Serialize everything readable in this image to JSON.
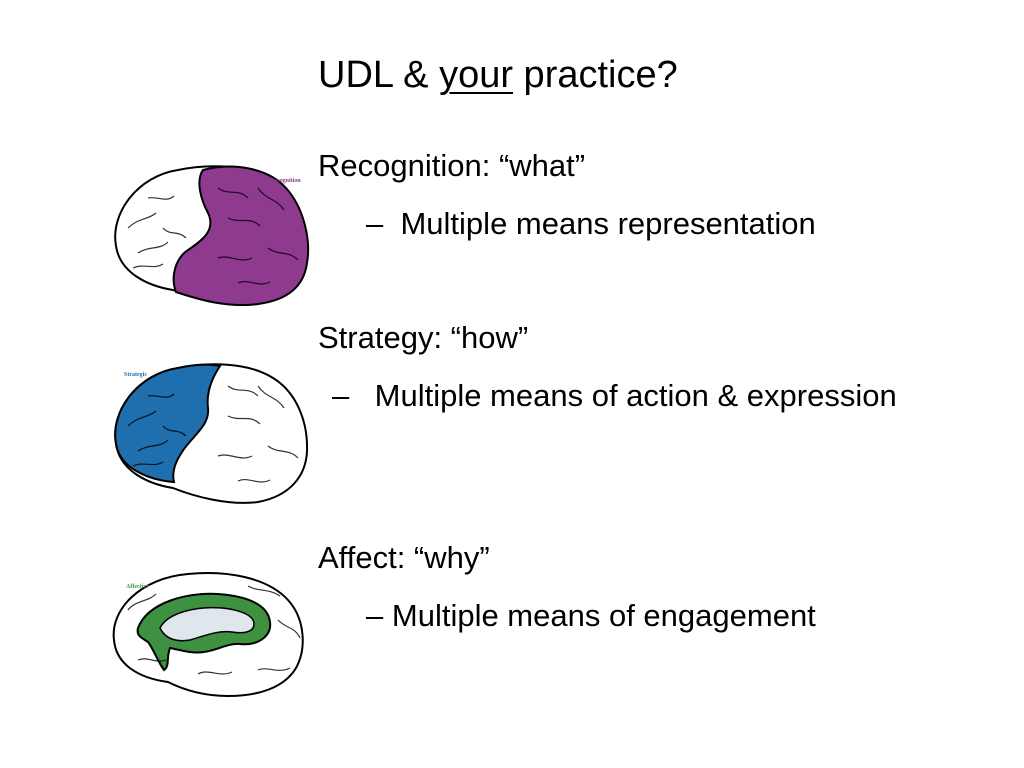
{
  "slide": {
    "title_prefix": "UDL & ",
    "title_emphasis": "your",
    "title_suffix": " practice?"
  },
  "sections": [
    {
      "heading": "Recognition: “what”",
      "bullet": "Multiple means representation",
      "brain_label": "Recognition",
      "brain_color": "#8e3a8e"
    },
    {
      "heading": "Strategy: “how”",
      "bullet": "Multiple means of action  & expression",
      "brain_label": "Strategic",
      "brain_color": "#1f6ead"
    },
    {
      "heading": "Affect: “why”",
      "bullet": "Multiple means of engagement",
      "brain_label": "Affective",
      "brain_color": "#3d9140"
    }
  ],
  "bullet_marker": "–"
}
